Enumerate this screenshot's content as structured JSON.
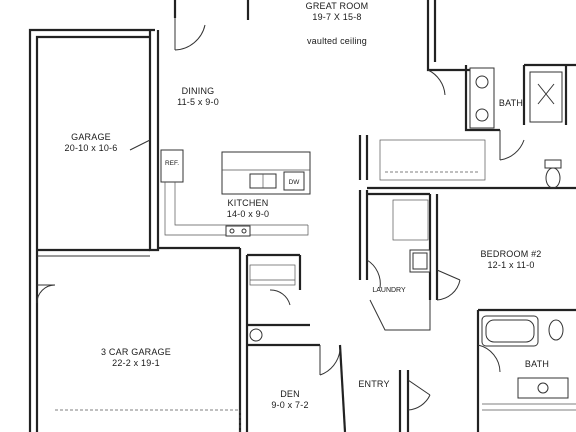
{
  "rooms": {
    "great_room": {
      "name": "GREAT ROOM",
      "dims": "19-7 X 15-8",
      "note": "vaulted ceiling"
    },
    "dining": {
      "name": "DINING",
      "dims": "11-5 x 9-0"
    },
    "garage": {
      "name": "GARAGE",
      "dims": "20-10 x 10-6"
    },
    "kitchen": {
      "name": "KITCHEN",
      "dims": "14-0 x 9-0"
    },
    "car_garage": {
      "name": "3 CAR GARAGE",
      "dims": "22-2 x 19-1"
    },
    "bedroom2": {
      "name": "BEDROOM #2",
      "dims": "12-1 x 11-0"
    },
    "den": {
      "name": "DEN",
      "dims": "9-0 x 7-2"
    },
    "bath_top": {
      "name": "BATH"
    },
    "bath_bottom": {
      "name": "BATH"
    },
    "laundry": {
      "name": "LAUNDRY"
    },
    "entry": {
      "name": "ENTRY"
    }
  },
  "fixtures": {
    "ref": "REF.",
    "dw": "DW"
  }
}
